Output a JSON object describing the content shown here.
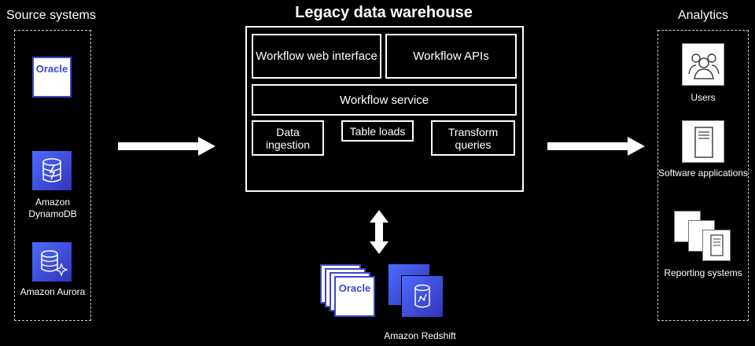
{
  "source": {
    "title": "Source systems",
    "items": [
      {
        "label": "Oracle"
      },
      {
        "label": "Amazon\nDynamoDB"
      },
      {
        "label": "Amazon Aurora"
      }
    ]
  },
  "warehouse": {
    "title": "Legacy data warehouse",
    "web_interface": "Workflow web interface",
    "apis": "Workflow APIs",
    "service": "Workflow service",
    "ingestion": "Data ingestion",
    "table_loads": "Table loads",
    "transform": "Transform queries"
  },
  "storage": {
    "oracle": "Oracle",
    "redshift": "Amazon Redshift"
  },
  "analytics": {
    "title": "Analytics",
    "users": "Users",
    "software": "Software applications",
    "reporting": "Reporting systems"
  }
}
